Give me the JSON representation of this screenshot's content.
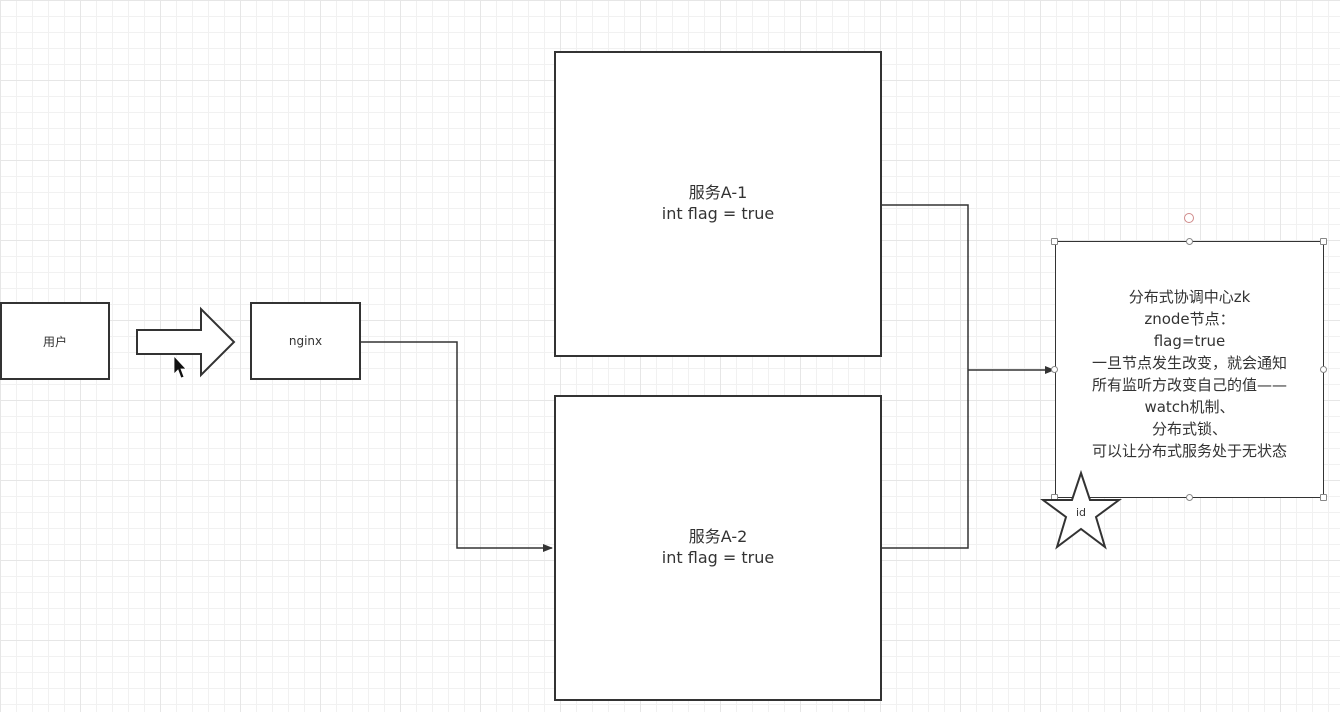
{
  "diagram": {
    "user_box": {
      "label": "用户"
    },
    "nginx_box": {
      "label": "nginx"
    },
    "service_a1": {
      "line1": "服务A-1",
      "line2": "int flag = true"
    },
    "service_a2": {
      "line1": "服务A-2",
      "line2": "int flag = true"
    },
    "zk_box": {
      "lines": [
        "分布式协调中心zk",
        "znode节点：",
        "flag=true",
        "一旦节点发生改变，就会通知",
        "所有监听方改变自己的值——",
        "watch机制、",
        "分布式锁、",
        "可以让分布式服务处于无状态"
      ]
    },
    "star": {
      "label": "id"
    }
  },
  "colors": {
    "stroke": "#333333",
    "grid": "#e6e6e6",
    "selection_handle": "#888888",
    "rotate_handle": "#d08a8a"
  }
}
